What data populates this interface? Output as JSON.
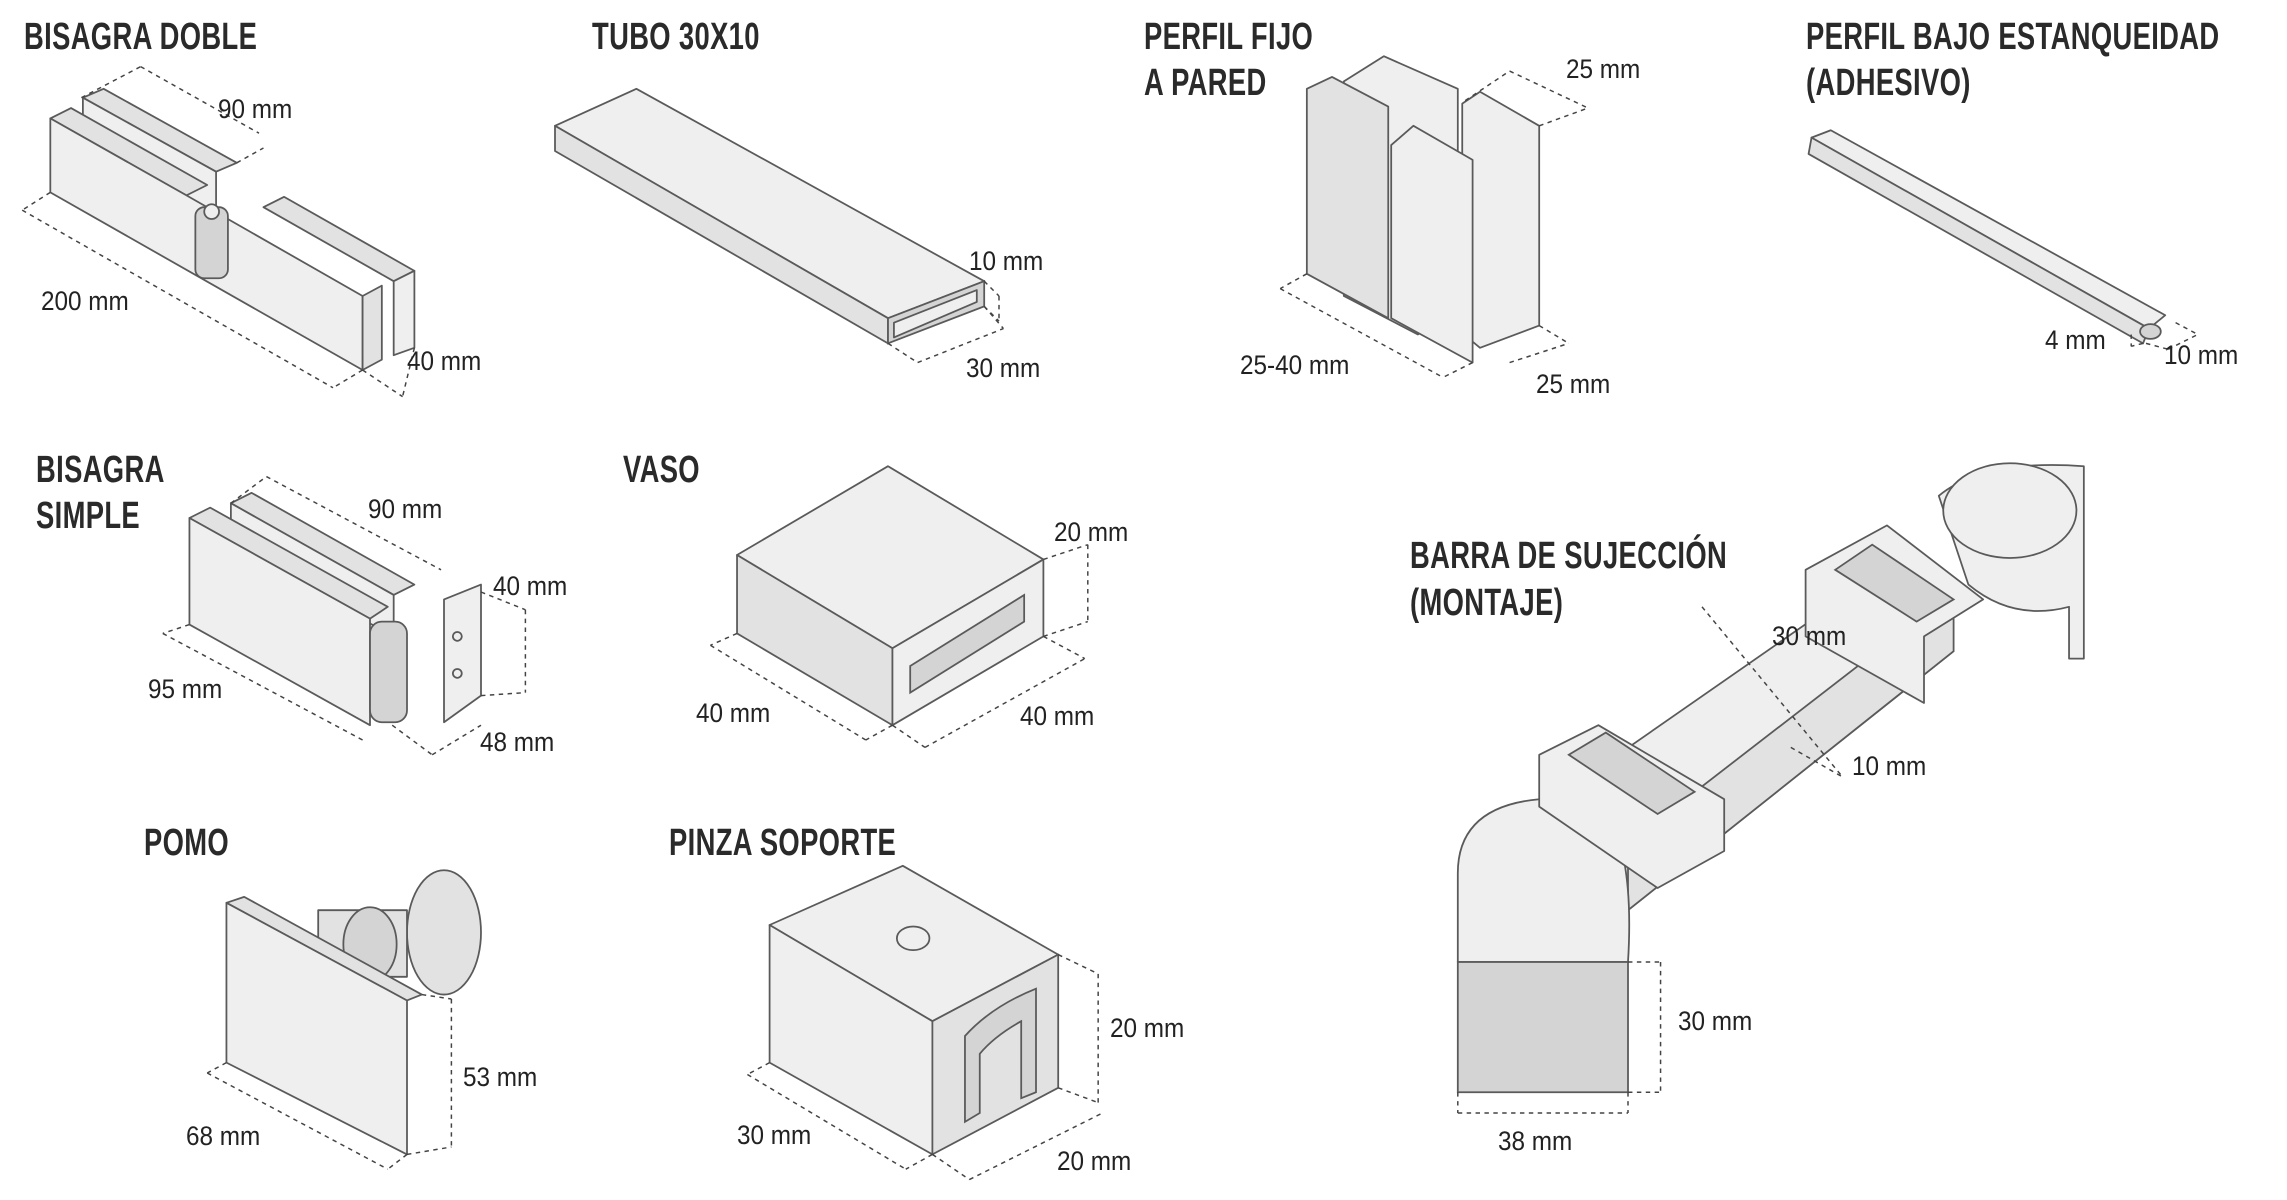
{
  "items": [
    {
      "title": [
        "BISAGRA DOBLE"
      ],
      "dims": [
        "90 mm",
        "200 mm",
        "40 mm"
      ]
    },
    {
      "title": [
        "TUBO 30X10"
      ],
      "dims": [
        "10 mm",
        "30 mm"
      ]
    },
    {
      "title": [
        "PERFIL FIJO",
        "A PARED"
      ],
      "dims": [
        "25 mm",
        "25-40 mm",
        "25 mm"
      ]
    },
    {
      "title": [
        "PERFIL BAJO ESTANQUEIDAD",
        "(ADHESIVO)"
      ],
      "dims": [
        "4 mm",
        "10 mm"
      ]
    },
    {
      "title": [
        "BISAGRA",
        "SIMPLE"
      ],
      "dims": [
        "90 mm",
        "40 mm",
        "95 mm",
        "48 mm"
      ]
    },
    {
      "title": [
        "VASO"
      ],
      "dims": [
        "20 mm",
        "40 mm",
        "40 mm"
      ]
    },
    {
      "title": [
        "BARRA DE SUJECCIÓN",
        "(MONTAJE)"
      ],
      "dims": [
        "30 mm",
        "10 mm",
        "30 mm",
        "38 mm"
      ]
    },
    {
      "title": [
        "POMO"
      ],
      "dims": [
        "53 mm",
        "68 mm"
      ]
    },
    {
      "title": [
        "PINZA SOPORTE"
      ],
      "dims": [
        "20 mm",
        "30 mm",
        "20 mm"
      ]
    }
  ]
}
